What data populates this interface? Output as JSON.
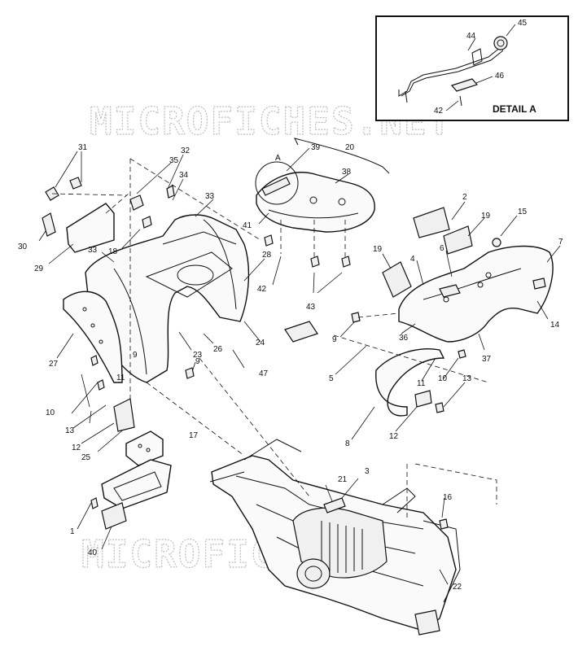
{
  "watermarks": [
    "MICROFICHES.NET",
    "MICROFICHES.NET"
  ],
  "detail": {
    "title": "DETAIL A",
    "parts": [
      "44",
      "45",
      "46",
      "42"
    ]
  },
  "callouts": {
    "c31": "31",
    "c35": "35",
    "c32": "32",
    "c34": "34",
    "c33a": "33",
    "c33b": "33",
    "c30": "30",
    "c29": "29",
    "c18": "18",
    "c28": "28",
    "c27": "27",
    "c39": "39",
    "c20": "20",
    "cA": "A",
    "c38": "38",
    "c41": "41",
    "c42": "42",
    "c43": "43",
    "c24": "24",
    "c26": "26",
    "c23": "23",
    "c47": "47",
    "c9a": "9",
    "c9b": "9",
    "c9c": "9",
    "c11a": "11",
    "c11b": "11",
    "c10a": "10",
    "c10b": "10",
    "c13a": "13",
    "c13b": "13",
    "c12a": "12",
    "c12b": "12",
    "c25": "25",
    "c17": "17",
    "c1": "1",
    "c40": "40",
    "c21": "21",
    "c3": "3",
    "c2": "2",
    "c19a": "19",
    "c19b": "19",
    "c15": "15",
    "c7": "7",
    "c6": "6",
    "c4": "4",
    "c14": "14",
    "c36": "36",
    "c37": "37",
    "c5": "5",
    "c8": "8",
    "c16": "16",
    "c22": "22"
  }
}
